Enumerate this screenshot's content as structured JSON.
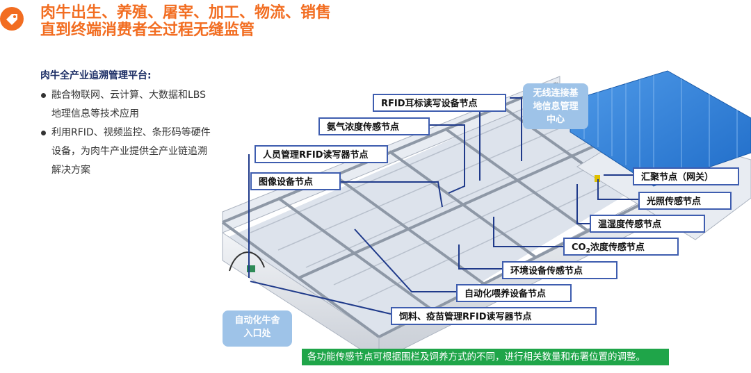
{
  "header": {
    "title_line1": "肉牛出生、养殖、屠宰、加工、物流、销售",
    "title_line2": "直到终端消费者全过程无缝监管"
  },
  "sidebar": {
    "heading": "肉牛全产业追溯管理平台:",
    "bullets": [
      "融合物联网、云计算、大数据和LBS地理信息等技术应用",
      "利用RFID、视频监控、条形码等硬件设备，为肉牛产业提供全产业链追溯解决方案"
    ]
  },
  "diagram": {
    "labels": {
      "rfid_ear": "RFID耳标读写设备节点",
      "ammonia": "氨气浓度传感节点",
      "personnel": "人员管理RFID读写器节点",
      "image": "图像设备节点",
      "gateway": "汇聚节点（网关）",
      "light": "光照传感节点",
      "temp_humidity": "温湿度传感节点",
      "co2_prefix": "CO",
      "co2_sub": "2",
      "co2_suffix": "浓度传感节点",
      "environment": "环境设备传感节点",
      "feeding": "自动化喂养设备节点",
      "feed_vaccine": "饲料、疫苗管理RFID读写器节点"
    },
    "bubbles": {
      "wireless_line1": "无线连接基",
      "wireless_line2": "地信息管理",
      "wireless_line3": "中心",
      "entrance_line1": "自动化牛舍",
      "entrance_line2": "入口处"
    },
    "note": "各功能传感节点可根据围栏及饲养方式的不同，进行相关数量和布署位置的调整。"
  },
  "colors": {
    "title": "#f26d21",
    "label_border": "#3e5daf",
    "connector": "#1f3a8a",
    "roof": "#2f80d8",
    "bubble": "#9ec3e8",
    "note_bg": "#1fa549"
  }
}
